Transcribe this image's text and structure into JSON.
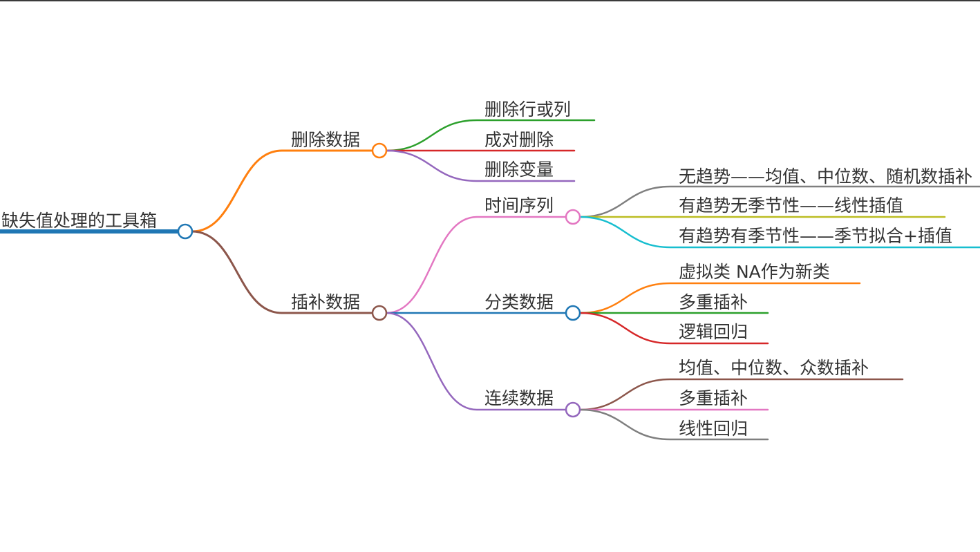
{
  "mindmap": {
    "root": {
      "label": "缺失值处理的工具箱",
      "color": "#1f77b4"
    },
    "branches": [
      {
        "label": "删除数据",
        "color": "#ff7f0e",
        "children": [
          {
            "label": "删除行或列",
            "color": "#2ca02c"
          },
          {
            "label": "成对删除",
            "color": "#d62728"
          },
          {
            "label": "删除变量",
            "color": "#9467bd"
          }
        ]
      },
      {
        "label": "插补数据",
        "color": "#8c564b",
        "children": [
          {
            "label": "时间序列",
            "color": "#e377c2",
            "children": [
              {
                "label": "无趋势——均值、中位数、随机数插补",
                "color": "#7f7f7f"
              },
              {
                "label": "有趋势无季节性——线性插值",
                "color": "#bcbd22"
              },
              {
                "label": "有趋势有季节性——季节拟合+插值",
                "color": "#17becf"
              }
            ]
          },
          {
            "label": "分类数据",
            "color": "#1f77b4",
            "children": [
              {
                "label": "虚拟类 NA作为新类",
                "color": "#ff7f0e"
              },
              {
                "label": "多重插补",
                "color": "#2ca02c"
              },
              {
                "label": "逻辑回归",
                "color": "#d62728"
              }
            ]
          },
          {
            "label": "连续数据",
            "color": "#9467bd",
            "children": [
              {
                "label": "均值、中位数、众数插补",
                "color": "#8c564b"
              },
              {
                "label": "多重插补",
                "color": "#e377c2"
              },
              {
                "label": "线性回归",
                "color": "#7f7f7f"
              }
            ]
          }
        ]
      }
    ]
  }
}
